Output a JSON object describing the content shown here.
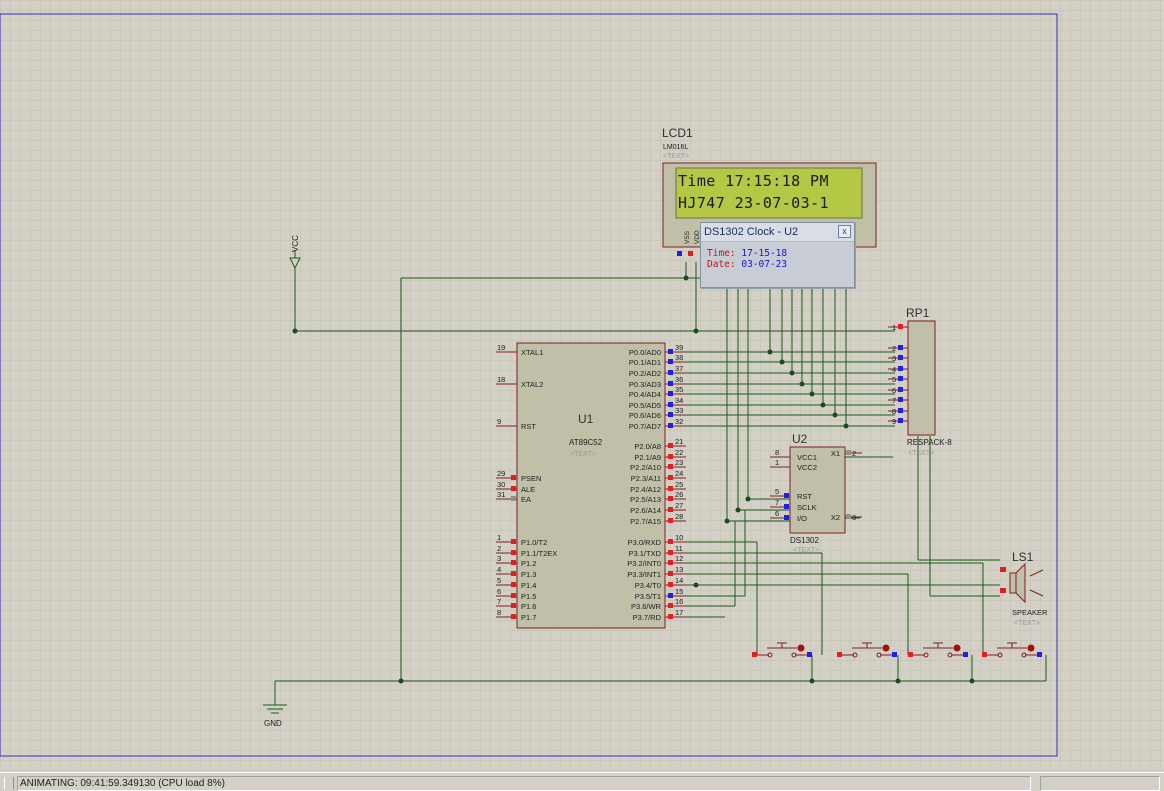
{
  "components": {
    "lcd": {
      "ref": "LCD1",
      "part": "LM016L",
      "text": "<TEXT>",
      "line1": "Time 17:15:18 PM",
      "line2": "HJ747 23-07-03-1",
      "pins": [
        "VSS",
        "VDD"
      ]
    },
    "mcu": {
      "ref": "U1",
      "part": "AT89C52",
      "text": "<TEXT>",
      "left_pins": [
        {
          "num": "19",
          "name": "XTAL1"
        },
        {
          "num": "18",
          "name": "XTAL2"
        },
        {
          "num": "9",
          "name": "RST"
        },
        {
          "num": "29",
          "name": "PSEN"
        },
        {
          "num": "30",
          "name": "ALE"
        },
        {
          "num": "31",
          "name": "EA"
        },
        {
          "num": "1",
          "name": "P1.0/T2"
        },
        {
          "num": "2",
          "name": "P1.1/T2EX"
        },
        {
          "num": "3",
          "name": "P1.2"
        },
        {
          "num": "4",
          "name": "P1.3"
        },
        {
          "num": "5",
          "name": "P1.4"
        },
        {
          "num": "6",
          "name": "P1.5"
        },
        {
          "num": "7",
          "name": "P1.6"
        },
        {
          "num": "8",
          "name": "P1.7"
        }
      ],
      "right_pins": [
        {
          "num": "39",
          "name": "P0.0/AD0"
        },
        {
          "num": "38",
          "name": "P0.1/AD1"
        },
        {
          "num": "37",
          "name": "P0.2/AD2"
        },
        {
          "num": "36",
          "name": "P0.3/AD3"
        },
        {
          "num": "35",
          "name": "P0.4/AD4"
        },
        {
          "num": "34",
          "name": "P0.5/AD5"
        },
        {
          "num": "33",
          "name": "P0.6/AD6"
        },
        {
          "num": "32",
          "name": "P0.7/AD7"
        },
        {
          "num": "21",
          "name": "P2.0/A8"
        },
        {
          "num": "22",
          "name": "P2.1/A9"
        },
        {
          "num": "23",
          "name": "P2.2/A10"
        },
        {
          "num": "24",
          "name": "P2.3/A11"
        },
        {
          "num": "25",
          "name": "P2.4/A12"
        },
        {
          "num": "26",
          "name": "P2.5/A13"
        },
        {
          "num": "27",
          "name": "P2.6/A14"
        },
        {
          "num": "28",
          "name": "P2.7/A15"
        },
        {
          "num": "10",
          "name": "P3.0/RXD"
        },
        {
          "num": "11",
          "name": "P3.1/TXD"
        },
        {
          "num": "12",
          "name": "P3.2/INT0"
        },
        {
          "num": "13",
          "name": "P3.3/INT1"
        },
        {
          "num": "14",
          "name": "P3.4/T0"
        },
        {
          "num": "15",
          "name": "P3.5/T1"
        },
        {
          "num": "16",
          "name": "P3.6/WR"
        },
        {
          "num": "17",
          "name": "P3.7/RD"
        }
      ]
    },
    "rtc": {
      "ref": "U2",
      "part": "DS1302",
      "text": "<TEXT>",
      "left_pins": [
        {
          "num": "8",
          "name": "VCC1"
        },
        {
          "num": "1",
          "name": "VCC2"
        },
        {
          "num": "5",
          "name": "RST"
        },
        {
          "num": "7",
          "name": "SCLK"
        },
        {
          "num": "6",
          "name": "I/O"
        }
      ],
      "right_pins": [
        {
          "num": "2",
          "name": "X1"
        },
        {
          "num": "3",
          "name": "X2"
        }
      ]
    },
    "respack": {
      "ref": "RP1",
      "part": "RESPACK-8",
      "text": "<TEXT>",
      "pins": [
        "1",
        "2",
        "3",
        "4",
        "5",
        "6",
        "7",
        "8",
        "9"
      ]
    },
    "speaker": {
      "ref": "LS1",
      "part": "SPEAKER",
      "text": "<TEXT>"
    },
    "vcc": {
      "label": "VCC"
    },
    "gnd": {
      "label": "GND"
    }
  },
  "popup": {
    "title": "DS1302 Clock - U2",
    "close": "x",
    "time_label": "Time:",
    "time_value": "17-15-18",
    "date_label": "Date:",
    "date_value": "03-07-23"
  },
  "statusbar": {
    "text": "ANIMATING: 09:41:59.349130 (CPU load 8%)"
  },
  "colors": {
    "wire": "#1c5a1c",
    "body": "#c0c0a8",
    "lcd_screen": "#b4c846",
    "pin_red": "#e02020",
    "pin_blue": "#2020e0"
  }
}
